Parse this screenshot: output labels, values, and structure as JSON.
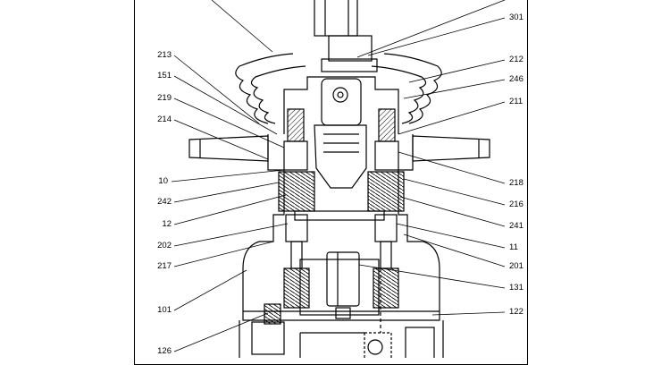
{
  "diagram": {
    "callouts": [
      {
        "id": "301",
        "side": "right"
      },
      {
        "id": "212",
        "side": "right"
      },
      {
        "id": "246",
        "side": "right"
      },
      {
        "id": "211",
        "side": "right"
      },
      {
        "id": "218",
        "side": "right"
      },
      {
        "id": "216",
        "side": "right"
      },
      {
        "id": "241",
        "side": "right"
      },
      {
        "id": "11",
        "side": "right"
      },
      {
        "id": "201",
        "side": "right"
      },
      {
        "id": "131",
        "side": "right"
      },
      {
        "id": "122",
        "side": "right"
      },
      {
        "id": "213",
        "side": "left"
      },
      {
        "id": "151",
        "side": "left"
      },
      {
        "id": "219",
        "side": "left"
      },
      {
        "id": "214",
        "side": "left"
      },
      {
        "id": "10",
        "side": "left"
      },
      {
        "id": "242",
        "side": "left"
      },
      {
        "id": "12",
        "side": "left"
      },
      {
        "id": "202",
        "side": "left"
      },
      {
        "id": "217",
        "side": "left"
      },
      {
        "id": "101",
        "side": "left"
      },
      {
        "id": "126",
        "side": "left"
      }
    ],
    "colors": {
      "ink": "#000000",
      "paper": "#ffffff",
      "hatch": "#000000"
    }
  }
}
